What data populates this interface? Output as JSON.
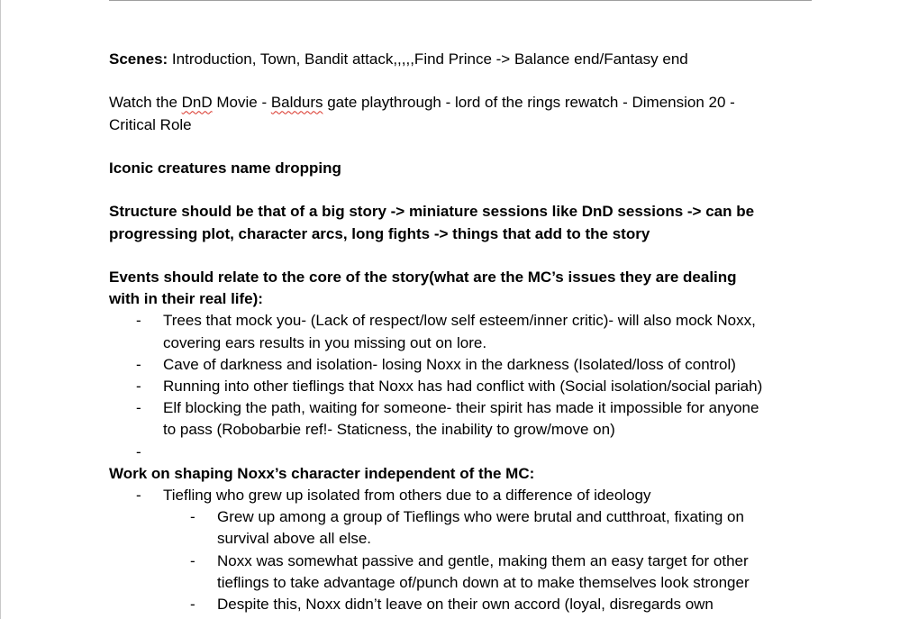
{
  "document": {
    "p1": {
      "label": "Scenes:",
      "text": " Introduction, Town, Bandit attack,,,,,Find Prince -> Balance end/Fantasy end"
    },
    "p2": {
      "a": "Watch the ",
      "b": "DnD",
      "c": " Movie - ",
      "d": "Baldurs",
      "e": " gate playthrough - lord of the rings rewatch - Dimension 20 -",
      "f": "Critical Role"
    },
    "p3": "Iconic creatures name dropping",
    "p4": [
      "Structure should be that of a big story -> miniature sessions like DnD sessions -> can be",
      "progressing plot, character arcs, long fights -> things that add to the story"
    ],
    "p5": [
      "Events should relate to the core of the story(what are the MC’s issues they are dealing",
      "with in their real life):"
    ],
    "events": [
      {
        "lines": [
          "Trees that mock you- (Lack of respect/low self esteem/inner critic)- will also mock Noxx,",
          "covering ears results in you missing out on lore."
        ]
      },
      {
        "lines": [
          "Cave of darkness and isolation- losing Noxx in the darkness (Isolated/loss of control)"
        ]
      },
      {
        "lines": [
          "Running into other tieflings that Noxx has had conflict with (Social isolation/social pariah)"
        ]
      },
      {
        "lines": [
          "Elf blocking the path, waiting for someone- their spirit has made it impossible for anyone",
          "to pass (Robobarbie ref!- Staticness, the inability to grow/move on)"
        ]
      }
    ],
    "p6": "Work on shaping Noxx’s character independent of the MC:",
    "noxx_main": "Tiefling who grew up isolated from others due to a difference of ideology",
    "noxx_sub": [
      {
        "lines": [
          "Grew up among a group of Tieflings who were brutal and cutthroat, fixating on",
          "survival above all else."
        ]
      },
      {
        "lines": [
          "Noxx was somewhat passive and gentle, making them an easy target for other",
          "tieflings to take advantage of/punch down at to make themselves look stronger"
        ]
      },
      {
        "lines": [
          "Despite this, Noxx didn’t leave on their own accord (loyal, disregards own"
        ]
      }
    ],
    "bullet_glyph": "-"
  }
}
